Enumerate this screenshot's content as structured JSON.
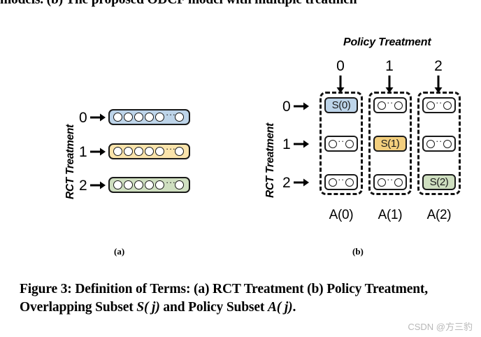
{
  "document": {
    "top_cut_text": "models. (b) The proposed ODCF model with multiple treatmen",
    "caption_prefix": "Figure 3: Definition of Terms: (a) RCT Treatment (b) Policy Treatment, Overlapping Subset ",
    "caption_sym_s": "S( j)",
    "caption_mid": " and Policy Subset ",
    "caption_sym_a": "A( j)",
    "caption_suffix": ".",
    "watermark": "CSDN @方三豹"
  },
  "panel_a": {
    "sublabel": "(a)",
    "axis_label": "RCT Treatment",
    "rows": [
      {
        "number": "0",
        "color": "#bdd4e9",
        "color_name": "blue",
        "dots": 5,
        "ellipsis": "···",
        "tail_dots": 1
      },
      {
        "number": "1",
        "color": "#fae4ab",
        "color_name": "yellow",
        "dots": 5,
        "ellipsis": "···",
        "tail_dots": 1
      },
      {
        "number": "2",
        "color": "#cfdfc0",
        "color_name": "green",
        "dots": 5,
        "ellipsis": "···",
        "tail_dots": 1
      }
    ]
  },
  "panel_b": {
    "sublabel": "(b)",
    "column_axis_label": "Policy Treatment",
    "row_axis_label": "RCT Treatment",
    "column_numbers": [
      "0",
      "1",
      "2"
    ],
    "row_numbers": [
      "0",
      "1",
      "2"
    ],
    "policy_subset_labels": [
      "A(0)",
      "A(1)",
      "A(2)"
    ],
    "cells": [
      [
        {
          "label": "S(0)",
          "kind": "subset",
          "color": "#bdd4e9",
          "color_name": "blue"
        },
        {
          "label": "○··○",
          "kind": "dots",
          "color": "#ffffff",
          "color_name": "white"
        },
        {
          "label": "○··○",
          "kind": "dots",
          "color": "#ffffff",
          "color_name": "white"
        }
      ],
      [
        {
          "label": "○··○",
          "kind": "dots",
          "color": "#ffffff",
          "color_name": "white"
        },
        {
          "label": "S(1)",
          "kind": "subset",
          "color": "#f3cf7e",
          "color_name": "yellow"
        },
        {
          "label": "○··○",
          "kind": "dots",
          "color": "#ffffff",
          "color_name": "white"
        }
      ],
      [
        {
          "label": "○··○",
          "kind": "dots",
          "color": "#ffffff",
          "color_name": "white"
        },
        {
          "label": "○··○",
          "kind": "dots",
          "color": "#ffffff",
          "color_name": "white"
        },
        {
          "label": "S(2)",
          "kind": "subset",
          "color": "#cfdfc0",
          "color_name": "green"
        }
      ]
    ],
    "cell_ellipsis": "··"
  }
}
